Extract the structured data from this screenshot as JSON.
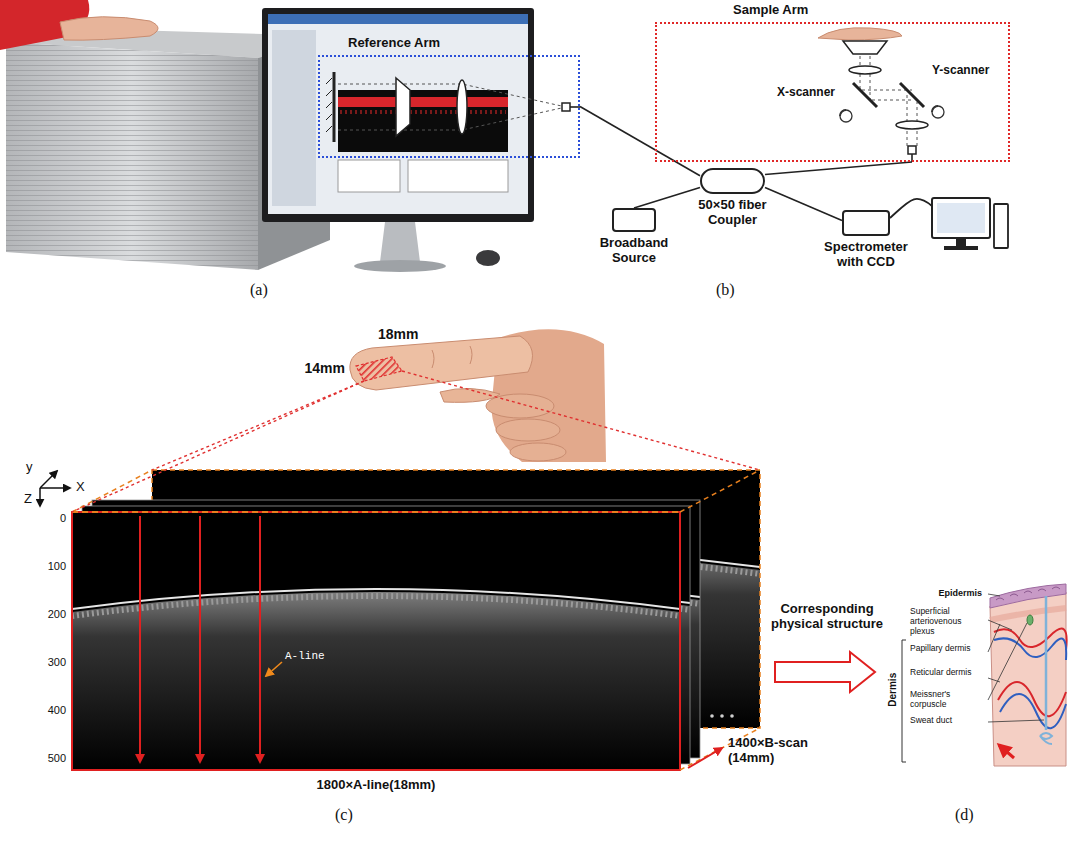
{
  "diagram": {
    "nodes": [
      {
        "text": [
          "Sample Arm"
        ]
      },
      {
        "text": [
          "Reference Arm"
        ]
      },
      {
        "text": [
          "50×50 fiber Coupler"
        ]
      },
      {
        "text": [
          "Broadband Source"
        ]
      },
      {
        "text": [
          "Spectrometer with CCD"
        ]
      }
    ],
    "edges": [
      {
        "from": 3,
        "to": 2,
        "arrow": "none"
      },
      {
        "from": 2,
        "to": 1,
        "arrow": "none"
      },
      {
        "from": 2,
        "to": 0,
        "arrow": "none"
      },
      {
        "from": 2,
        "to": 4,
        "arrow": "none"
      }
    ],
    "labels": [
      "(a)",
      "Y-scanner",
      "X-scanner",
      "(b)",
      "18mm",
      "14mm",
      "y",
      "X",
      "Z",
      "0",
      "100",
      "200",
      "300",
      "400",
      "500",
      "A-line",
      "Corresponding physical structure",
      "1400×B-scan (14mm)",
      "1800×A-line(18mm)",
      "Epidermis",
      "Superficial arteriovenous plexus",
      "Papillary dermis",
      "Reticular dermis",
      "Meissner's corpuscle",
      "Sweat duct",
      "Dermis",
      "(c)",
      "(d)"
    ]
  }
}
